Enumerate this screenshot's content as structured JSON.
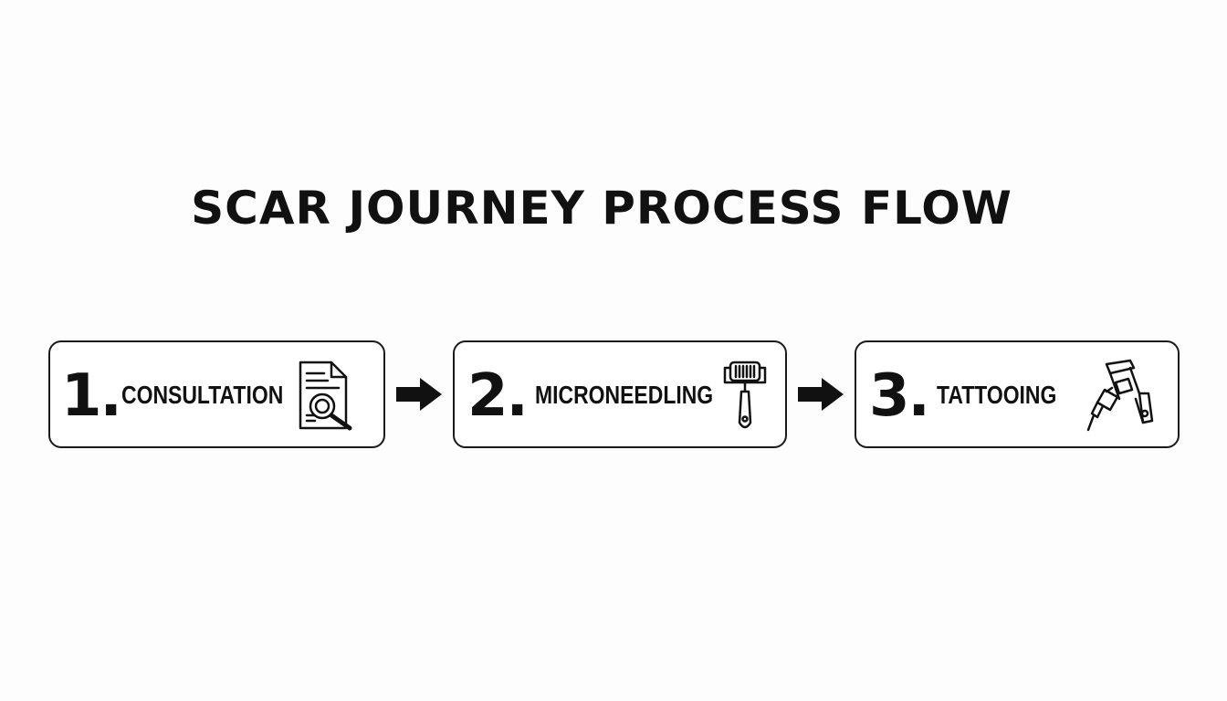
{
  "diagram": {
    "title": "SCAR JOURNEY PROCESS FLOW",
    "steps": [
      {
        "number": "1.",
        "label": "CONSULTATION",
        "icon": "document-magnifier-icon"
      },
      {
        "number": "2.",
        "label": "MICRONEEDLING",
        "icon": "derma-roller-icon"
      },
      {
        "number": "3.",
        "label": "TATTOOING",
        "icon": "tattoo-machine-icon"
      }
    ],
    "connectors": [
      "arrow-right-icon",
      "arrow-right-icon"
    ],
    "colors": {
      "background": "#fdfdfd",
      "stroke": "#1a1a1a",
      "text": "#111111"
    }
  }
}
